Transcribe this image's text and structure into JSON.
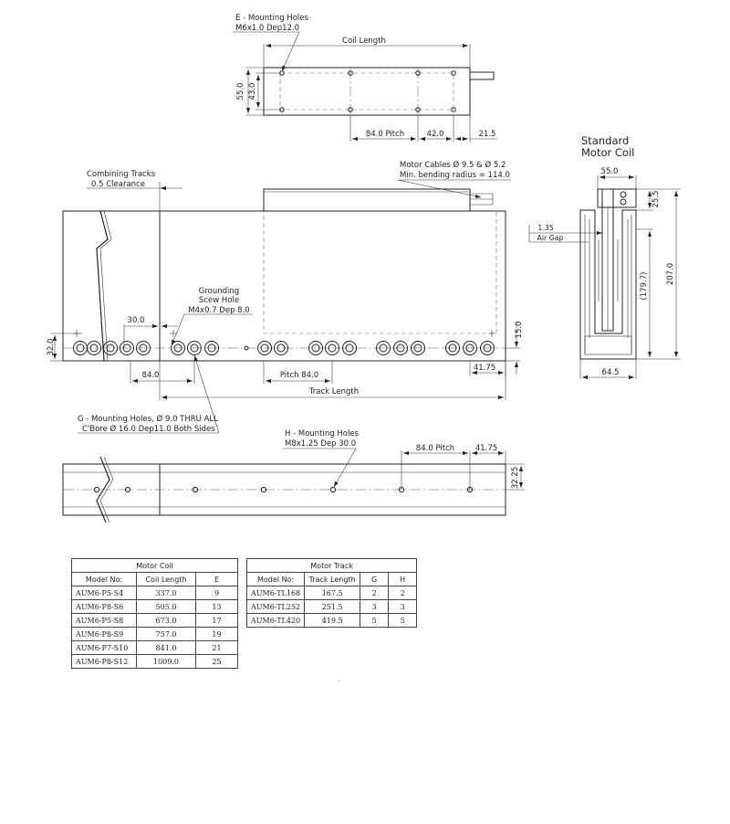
{
  "top_view": {
    "e_holes_title": "E - Mounting Holes",
    "e_holes_spec": "M6x1.0  Dep12.0",
    "coil_length": "Coil Length",
    "h55": "55.0",
    "h43": "43.0",
    "pitch": "84.0 Pitch",
    "d42": "42.0",
    "d21_5": "21.5"
  },
  "standard_coil": {
    "title_line1": "Standard",
    "title_line2": "Motor Coil",
    "w55": "55.0",
    "h25_5": "25.5",
    "air_gap_value": "1.35",
    "air_gap_label": "Air Gap",
    "h179_7": "(179.7)",
    "h207": "207.0",
    "w64_5": "64.5"
  },
  "side_view": {
    "combining_line1": "Combining Tracks",
    "combining_line2": "0.5 Clearance",
    "cables_line1": "Motor Cables Ø 9.5 & Ø 5.2",
    "cables_line2": "Min. bending radius = 114.0",
    "grounding_line1": "Grounding",
    "grounding_line2": "Scew Hole",
    "grounding_line3": "M4x0.7 Dep 8.0",
    "d30": "30.0",
    "d32": "32.0",
    "d15": "15.0",
    "d84": "84.0",
    "pitch": "Pitch 84.0",
    "d41_75": "41.75",
    "track_length": "Track Length",
    "g_line1": "G - Mounting Holes, Ø 9.0 THRU ALL",
    "g_line2": "C'Bore  Ø 16.0 Dep11.0 Both Sides"
  },
  "bottom_view": {
    "h_holes_title": "H - Mounting Holes",
    "h_holes_spec": "M8x1.25 Dep 30.0",
    "pitch": "84.0 Pitch",
    "d41_75": "41.75",
    "d32_25": "32.25"
  },
  "coil_table": {
    "caption": "Motor Coil",
    "headers": [
      "Model  No:",
      "Coil Length",
      "E"
    ],
    "rows": [
      [
        "AUM6-P5-S4",
        "337.0",
        "9"
      ],
      [
        "AUM6-P8-S6",
        "505.0",
        "13"
      ],
      [
        "AUM6-P5-S8",
        "673.0",
        "17"
      ],
      [
        "AUM6-P8-S9",
        "757.0",
        "19"
      ],
      [
        "AUM6-P7-S10",
        "841.0",
        "21"
      ],
      [
        "AUM6-P8-S12",
        "1009.0",
        "25"
      ]
    ]
  },
  "track_table": {
    "caption": "Motor Track",
    "headers": [
      "Model No:",
      "Track Length",
      "G",
      "H"
    ],
    "rows": [
      [
        "AUM6-TL168",
        "167.5",
        "2",
        "2"
      ],
      [
        "AUM6-TL252",
        "251.5",
        "3",
        "3"
      ],
      [
        "AUM6-TL420",
        "419.5",
        "5",
        "5"
      ]
    ]
  }
}
